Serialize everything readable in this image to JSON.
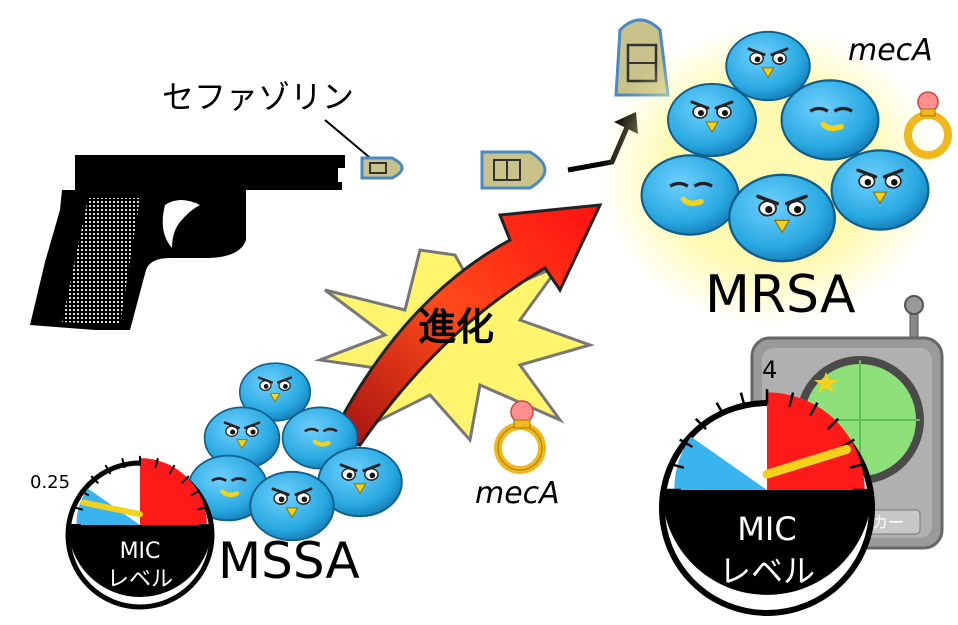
{
  "labels": {
    "drug": "セファゾリン",
    "evolution": "進化",
    "gene_mid": "mecA",
    "gene_top": "mecA",
    "mrsa": "MRSA",
    "mssa": "MSSA",
    "mic_small_value": "0.25",
    "mic_small_line1": "MIC",
    "mic_small_line2": "レベル",
    "mic_large_line1": "MIC",
    "mic_large_line2": "レベル",
    "detector_value": "4",
    "detector_button": "カー"
  },
  "gauges": {
    "small_needle_level": 0.12,
    "large_needle_level": 0.85
  },
  "colors": {
    "bird_blue": "#29a9e1",
    "bird_dark": "#1279b4",
    "beak": "#f2d21a",
    "arrow_red": "#ff1a1a",
    "burst_fill": "#fff46b",
    "ring_gold": "#f0b81c",
    "ring_gem": "#ff8f8f",
    "gauge_red": "#ff1a1a",
    "gauge_blue": "#3ab4ef",
    "radar_green": "#8ee07a",
    "shield": "#c9c28a"
  }
}
